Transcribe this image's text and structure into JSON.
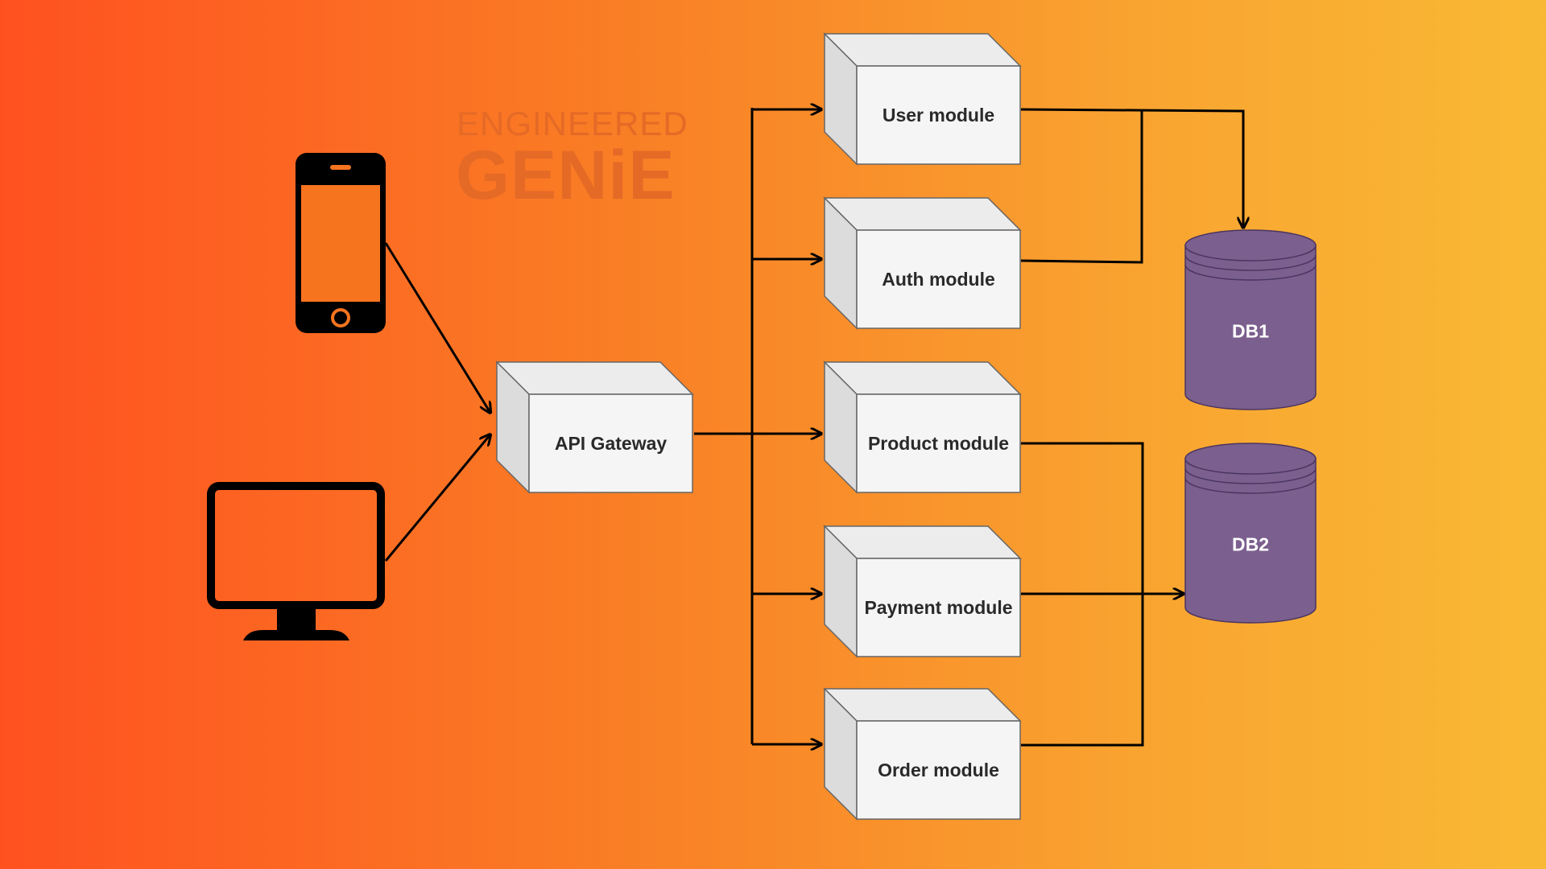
{
  "watermark": {
    "line1": "ENGINEERED",
    "line2": "GENiE"
  },
  "clients": [
    {
      "icon": "smartphone-icon"
    },
    {
      "icon": "desktop-monitor-icon"
    }
  ],
  "gateway": {
    "label": "API Gateway"
  },
  "modules": [
    {
      "label": "User module"
    },
    {
      "label": "Auth module"
    },
    {
      "label": "Product module"
    },
    {
      "label": "Payment module"
    },
    {
      "label": "Order module"
    }
  ],
  "databases": [
    {
      "label": "DB1"
    },
    {
      "label": "DB2"
    }
  ],
  "colors": {
    "background_start": "#ff5120",
    "background_end": "#f9b934",
    "box_face": "#f5f5f5",
    "database": "#7b5f8e",
    "line": "#000000"
  }
}
